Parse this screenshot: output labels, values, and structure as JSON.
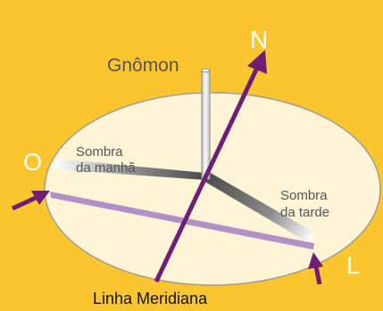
{
  "labels": {
    "gnomon": "Gnômon",
    "north": "N",
    "west": "O",
    "east": "L",
    "morning_shadow_line1": "Sombra",
    "morning_shadow_line2": "da manhã",
    "afternoon_shadow_line1": "Sombra",
    "afternoon_shadow_line2": "da tarde",
    "meridian_line": "Linha Meridiana"
  },
  "colors": {
    "background": "#fcc630",
    "ground_disc": "#fdf5d6",
    "disc_outline": "#a09c92",
    "meridian_arrow": "#6e1f73",
    "sun_path_line": "#b28fc7",
    "shadow": "#555555",
    "gnomon_fill": "#ebebeb",
    "gnomon_outline": "#8a8a8a"
  }
}
